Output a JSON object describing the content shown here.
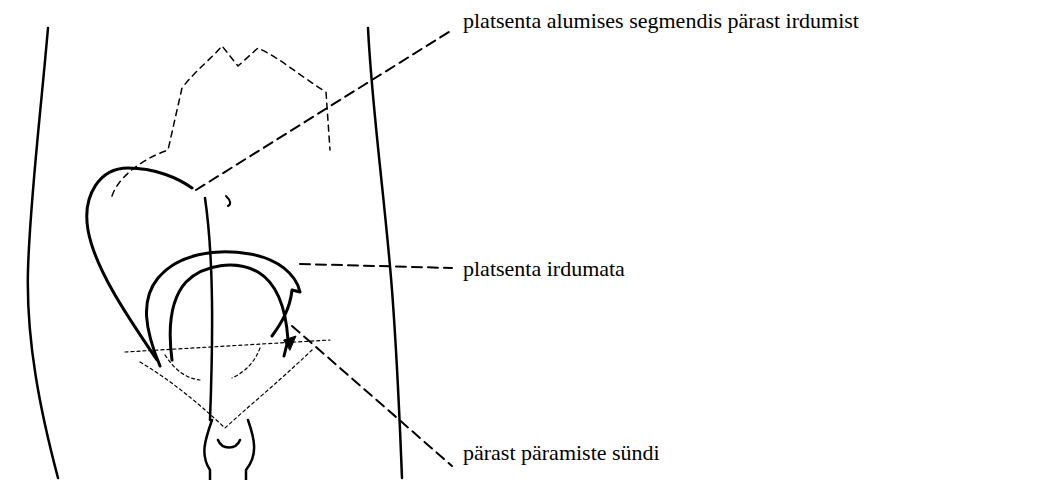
{
  "diagram": {
    "labels": [
      "platsenta alumises segmendis pärast irdumist",
      "platsenta irdumata",
      "pärast päramiste sündi"
    ]
  }
}
